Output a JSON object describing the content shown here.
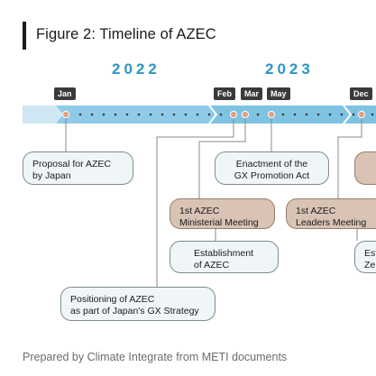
{
  "figure": {
    "title": "Figure 2: Timeline of AZEC",
    "source": "Prepared by Climate Integrate from METI documents"
  },
  "timeline": {
    "years": [
      "2022",
      "2023"
    ],
    "months": [
      "Jan",
      "Feb",
      "Mar",
      "May",
      "Dec"
    ]
  },
  "events": [
    {
      "id": "proposal",
      "text": "Proposal for AZEC\nby Japan",
      "style": "light"
    },
    {
      "id": "positioning",
      "text": "Positioning of AZEC\nas part of Japan's GX Strategy",
      "style": "light"
    },
    {
      "id": "ministerial",
      "text": "1st AZEC\nMinisterial Meeting",
      "style": "brown"
    },
    {
      "id": "establishment",
      "text": "Establishment\nof AZEC",
      "style": "light"
    },
    {
      "id": "gx-act",
      "text": "Enactment of the\nGX Promotion Act",
      "style": "light"
    },
    {
      "id": "leaders",
      "text": "1st AZEC\nLeaders Meeting",
      "style": "brown"
    },
    {
      "id": "partial-est",
      "text": "Est\nZe",
      "style": "light"
    }
  ],
  "colors": {
    "year_text": "#2a95c8",
    "band_light": "#cfe7f3",
    "band_main": "#7fc3e3",
    "milestone": "#e3a183",
    "brown_box": "#d8c3b4",
    "light_box": "#f0f6f8"
  }
}
